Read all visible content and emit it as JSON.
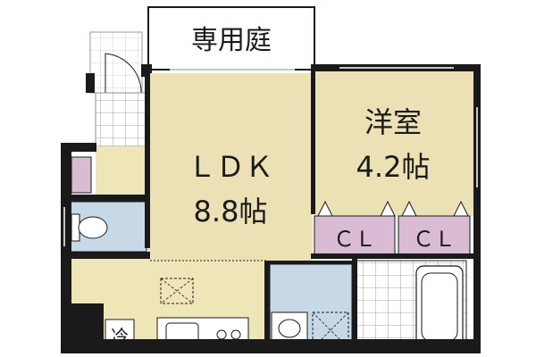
{
  "rooms": {
    "garden": "専用庭",
    "ldk_name": "ＬＤＫ",
    "ldk_size": "8.8帖",
    "western_name": "洋室",
    "western_size": "4.2帖",
    "closet1": "ＣＬ",
    "closet2": "ＣＬ",
    "fridge": "冷"
  },
  "colors": {
    "living": "#ece1b4",
    "kitchen": "#efe6b8",
    "wet": "#c7d9e6",
    "storage": "#d9bcd3",
    "wall": "#1a1a1a",
    "tile": "#8c8c8c"
  }
}
